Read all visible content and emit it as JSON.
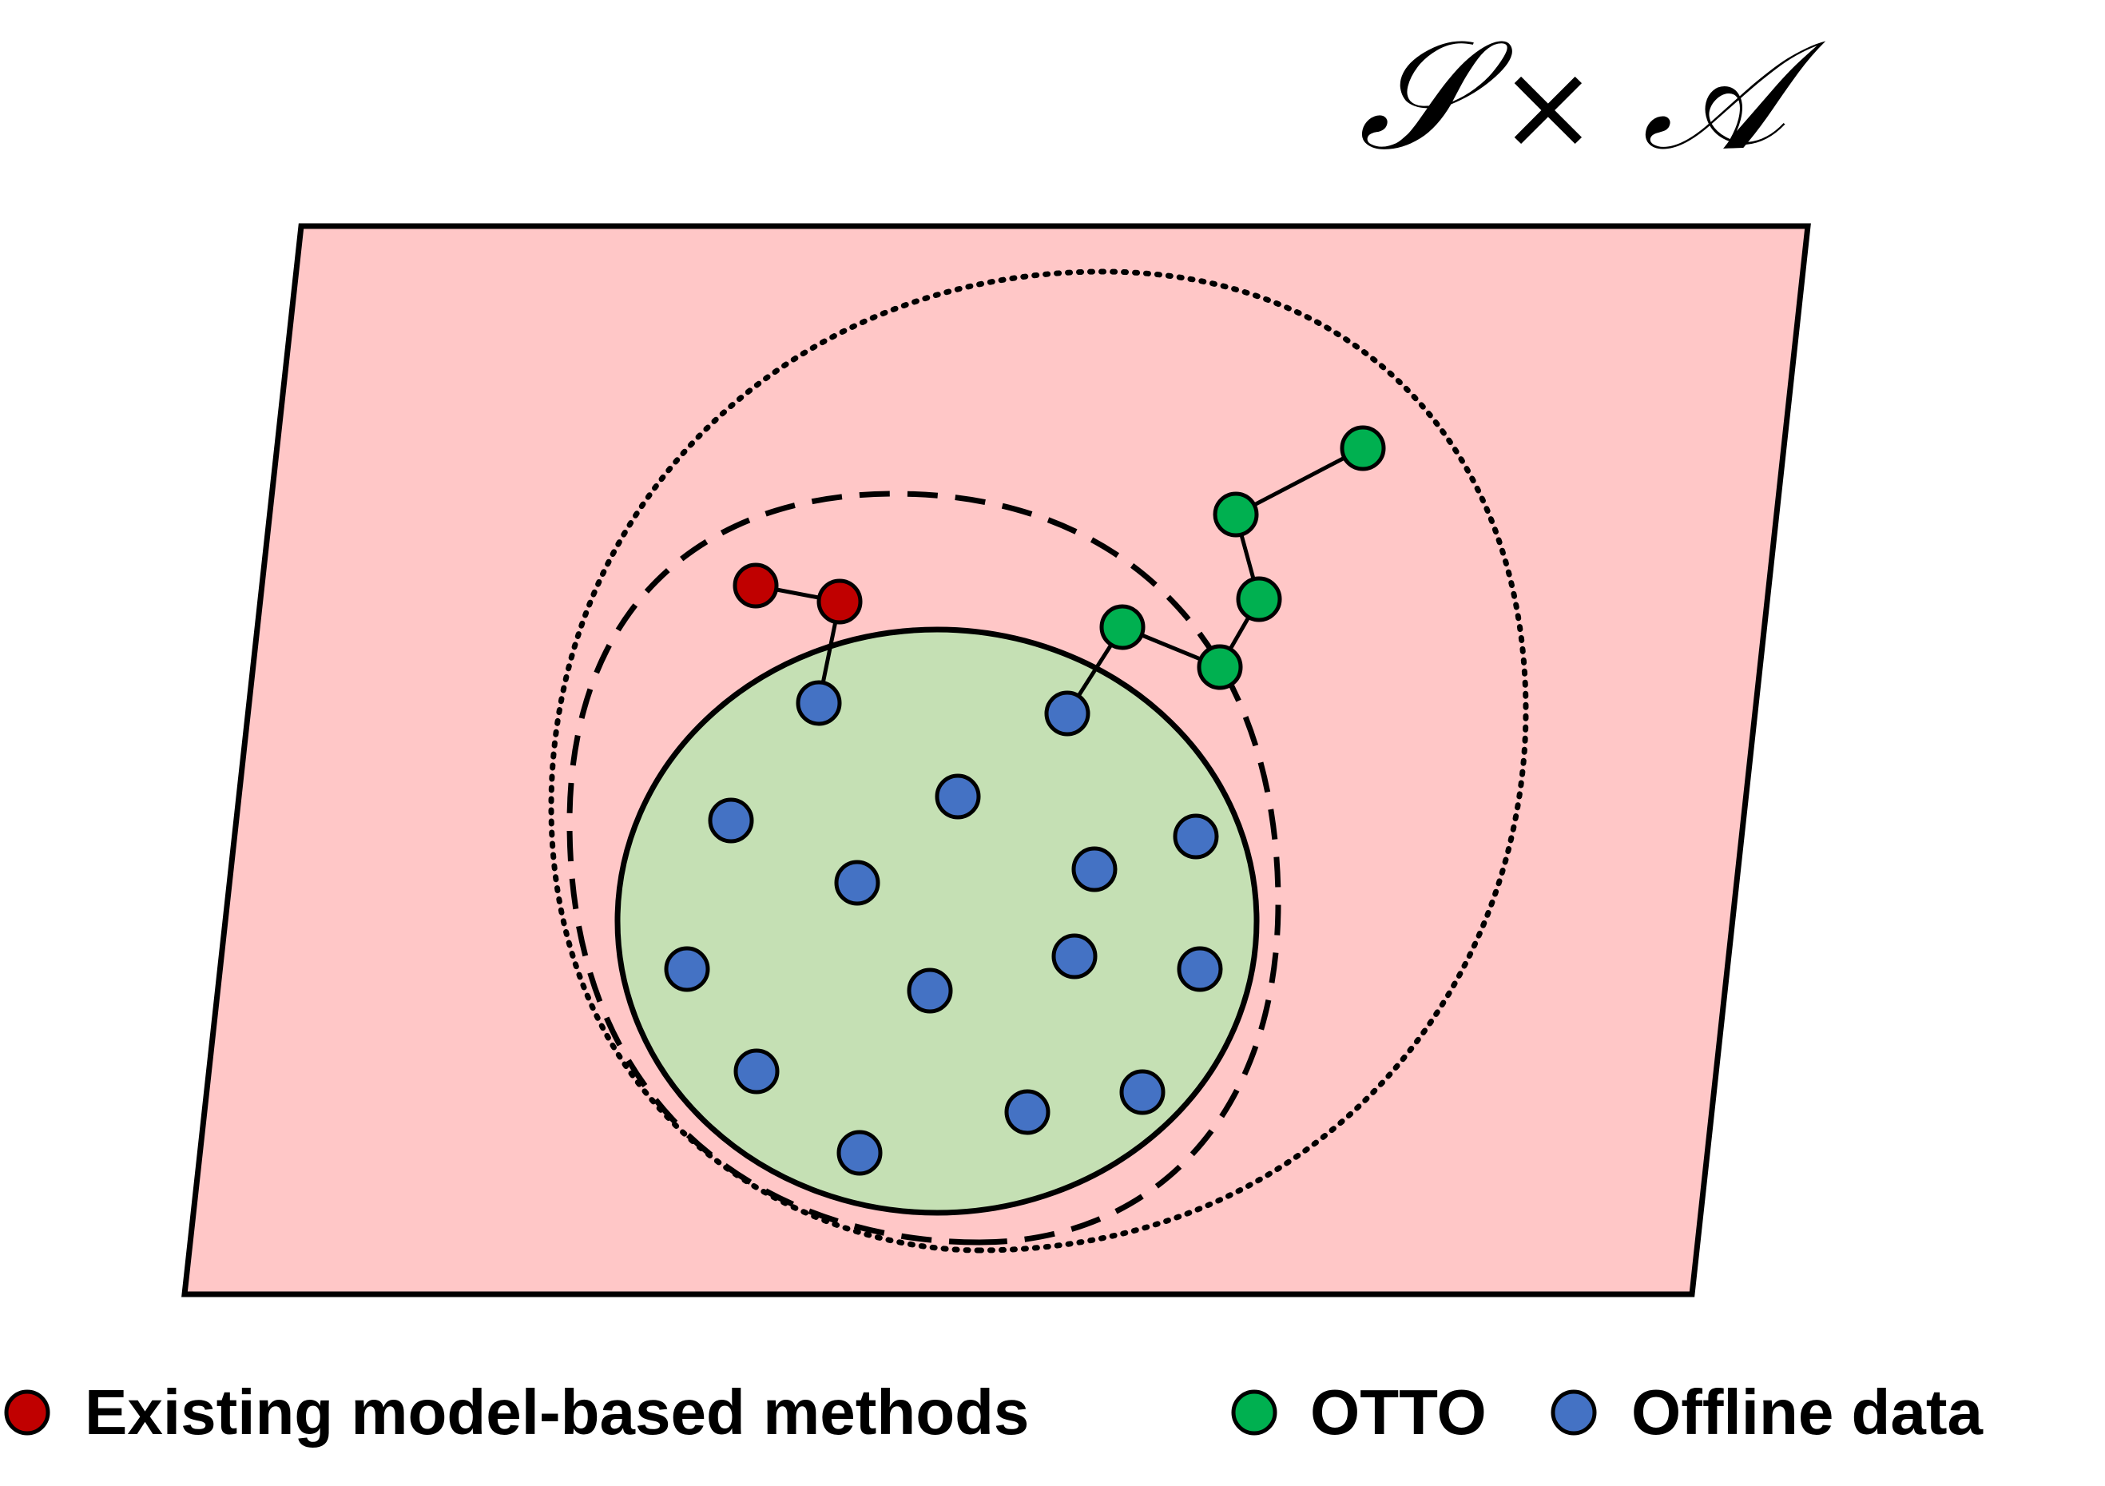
{
  "title": {
    "state": "𝒮",
    "times": "×",
    "action": "𝒜"
  },
  "legend": [
    {
      "label": "Existing model-based methods",
      "color": "#c00000"
    },
    {
      "label": "OTTO",
      "color": "#00b050"
    },
    {
      "label": "Offline data",
      "color": "#4472c4"
    }
  ],
  "colors": {
    "space_fill": "#ffc7c7",
    "data_region_fill": "#c5e0b4",
    "outline": "#000000",
    "existing": "#c00000",
    "otto": "#00b050",
    "offline": "#4472c4"
  }
}
